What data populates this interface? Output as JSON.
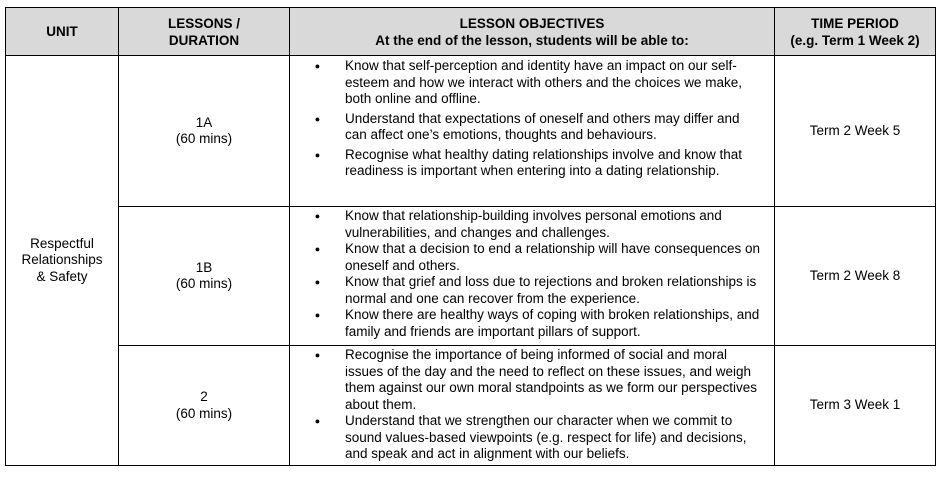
{
  "headers": {
    "unit": "UNIT",
    "lessons_line1": "LESSONS /",
    "lessons_line2": "DURATION",
    "objectives_line1": "LESSON OBJECTIVES",
    "objectives_line2": "At the end of the lesson, students will be able to:",
    "time_line1": "TIME PERIOD",
    "time_line2": "(e.g. Term 1 Week 2)"
  },
  "unit": {
    "line1": "Respectful",
    "line2": "Relationships",
    "line3": "& Safety"
  },
  "rows": [
    {
      "lesson": "1A",
      "duration": "(60 mins)",
      "time": "Term 2 Week 5",
      "objectives": [
        "Know that self-perception and identity have an impact on our self-esteem and how we interact with others and the choices we make, both online and offline.",
        "Understand that expectations of oneself and others may differ and can affect one’s emotions, thoughts and behaviours.",
        "Recognise what healthy dating relationships involve and know that readiness is important when entering into a dating relationship."
      ]
    },
    {
      "lesson": "1B",
      "duration": "(60 mins)",
      "time": "Term 2 Week 8",
      "objectives": [
        "Know that relationship-building involves personal emotions and vulnerabilities, and changes and challenges.",
        "Know that a decision to end a relationship will have consequences on oneself and others.",
        "Know that grief and loss due to rejections and broken relationships is normal and one can recover from the experience.",
        "Know there are healthy ways of coping with broken relationships, and family and friends are important pillars of support."
      ]
    },
    {
      "lesson": "2",
      "duration": "(60 mins)",
      "time": "Term 3 Week 1",
      "objectives": [
        "Recognise the importance of being informed of social and moral issues of the day and the need to reflect on these issues, and weigh them against our own moral standpoints as we form our perspectives about them.",
        "Understand that we strengthen our character when we commit to sound values-based viewpoints (e.g. respect for life) and decisions, and speak and act in alignment with our beliefs."
      ]
    }
  ]
}
